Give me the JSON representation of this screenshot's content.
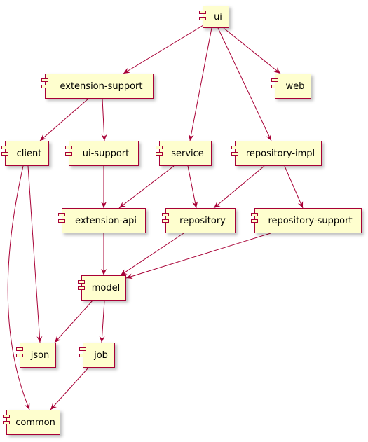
{
  "diagram": {
    "nodes": {
      "ui": "ui",
      "extension_support": "extension-support",
      "web": "web",
      "client": "client",
      "ui_support": "ui-support",
      "service": "service",
      "repository_impl": "repository-impl",
      "extension_api": "extension-api",
      "repository": "repository",
      "repository_support": "repository-support",
      "model": "model",
      "json": "json",
      "job": "job",
      "common": "common"
    },
    "edges": [
      [
        "ui",
        "extension_support"
      ],
      [
        "ui",
        "service"
      ],
      [
        "ui",
        "repository_impl"
      ],
      [
        "ui",
        "web"
      ],
      [
        "extension_support",
        "client"
      ],
      [
        "extension_support",
        "ui_support"
      ],
      [
        "client",
        "json"
      ],
      [
        "client",
        "common"
      ],
      [
        "ui_support",
        "extension_api"
      ],
      [
        "service",
        "extension_api"
      ],
      [
        "service",
        "repository"
      ],
      [
        "repository_impl",
        "repository"
      ],
      [
        "repository_impl",
        "repository_support"
      ],
      [
        "extension_api",
        "model"
      ],
      [
        "repository",
        "model"
      ],
      [
        "repository_support",
        "model"
      ],
      [
        "model",
        "json"
      ],
      [
        "model",
        "job"
      ],
      [
        "job",
        "common"
      ]
    ],
    "colors": {
      "node_fill": "#fefece",
      "node_border": "#a80036",
      "arrow": "#a80036"
    }
  }
}
